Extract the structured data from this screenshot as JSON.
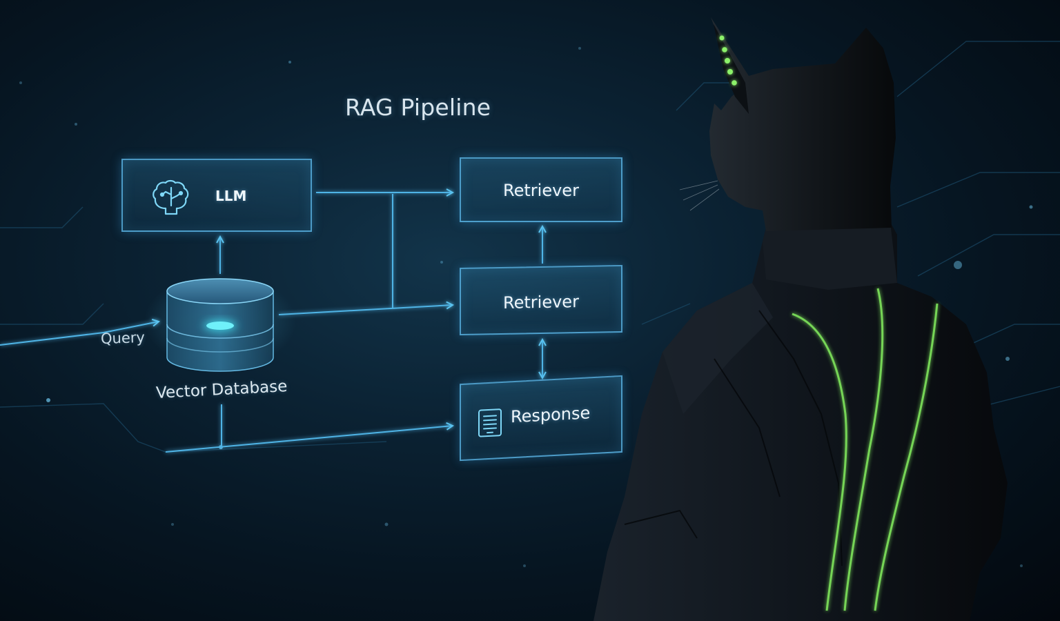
{
  "diagram": {
    "title": "RAG Pipeline",
    "nodes": {
      "llm": "LLM",
      "retriever_top": "Retriever",
      "retriever_middle": "Retriever",
      "response": "Response",
      "vector_database": "Vector Database",
      "query": "Query"
    },
    "connections": [
      {
        "from": "Query",
        "to": "Vector Database"
      },
      {
        "from": "Vector Database",
        "to": "LLM"
      },
      {
        "from": "LLM",
        "to": "Retriever (top)"
      },
      {
        "from": "Vector Database",
        "to": "Retriever (middle)"
      },
      {
        "from": "Retriever (middle)",
        "to": "Retriever (top)"
      },
      {
        "from": "Retriever (middle)",
        "to": "Response",
        "bidirectional": true
      },
      {
        "from": "Vector Database",
        "to": "Response"
      }
    ]
  },
  "icons": {
    "llm_node": "brain-icon",
    "response_node": "document-icon",
    "database": "database-cylinder-icon"
  },
  "colors": {
    "background": "#061521",
    "diagram_line": "#4fb4e6",
    "node_border": "#60bef0",
    "text": "#eef6fb",
    "accent_cyan": "#3fd8e8",
    "suit_stripe": "#7be05a",
    "figure": "#0d1116"
  }
}
